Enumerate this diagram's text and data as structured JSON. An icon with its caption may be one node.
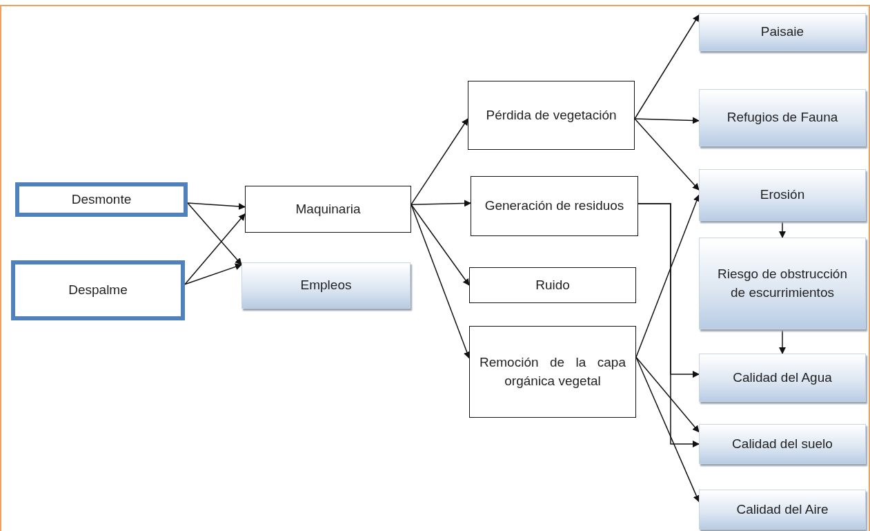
{
  "diagram": {
    "nodes": [
      {
        "text": [
          "Desmonte"
        ]
      },
      {
        "text": [
          "Despalme"
        ]
      },
      {
        "text": [
          "Maquinaria"
        ]
      },
      {
        "text": [
          "Empleos"
        ]
      },
      {
        "text": [
          "Pérdida de vegetación"
        ]
      },
      {
        "text": [
          "Generación de residuos"
        ]
      },
      {
        "text": [
          "Ruido"
        ]
      },
      {
        "text": [
          "Remoción de la capa orgánica vegetal"
        ]
      },
      {
        "text": [
          "Paisaie"
        ]
      },
      {
        "text": [
          "Refugios de Fauna"
        ]
      },
      {
        "text": [
          "Erosión"
        ]
      },
      {
        "text": [
          "Riesgo de obstrucción de escurrimientos"
        ]
      },
      {
        "text": [
          "Calidad del Agua"
        ]
      },
      {
        "text": [
          "Calidad del suelo"
        ]
      },
      {
        "text": [
          "Calidad del Aire"
        ]
      }
    ],
    "edges": [
      {
        "from": 0,
        "to": 2,
        "arrow": "to"
      },
      {
        "from": 0,
        "to": 3,
        "arrow": "to"
      },
      {
        "from": 1,
        "to": 2,
        "arrow": "to"
      },
      {
        "from": 1,
        "to": 3,
        "arrow": "to"
      },
      {
        "from": 2,
        "to": 4,
        "arrow": "to"
      },
      {
        "from": 2,
        "to": 5,
        "arrow": "to"
      },
      {
        "from": 2,
        "to": 6,
        "arrow": "to"
      },
      {
        "from": 2,
        "to": 7,
        "arrow": "to"
      },
      {
        "from": 4,
        "to": 8,
        "arrow": "to"
      },
      {
        "from": 4,
        "to": 9,
        "arrow": "to"
      },
      {
        "from": 4,
        "to": 10,
        "arrow": "to"
      },
      {
        "from": 5,
        "to": 12,
        "arrow": "to"
      },
      {
        "from": 5,
        "to": 13,
        "arrow": "to"
      },
      {
        "from": 7,
        "to": 10,
        "arrow": "to"
      },
      {
        "from": 7,
        "to": 13,
        "arrow": "to"
      },
      {
        "from": 7,
        "to": 14,
        "arrow": "to"
      },
      {
        "from": 10,
        "to": 11,
        "arrow": "to"
      },
      {
        "from": 11,
        "to": 12,
        "arrow": "to"
      }
    ]
  }
}
